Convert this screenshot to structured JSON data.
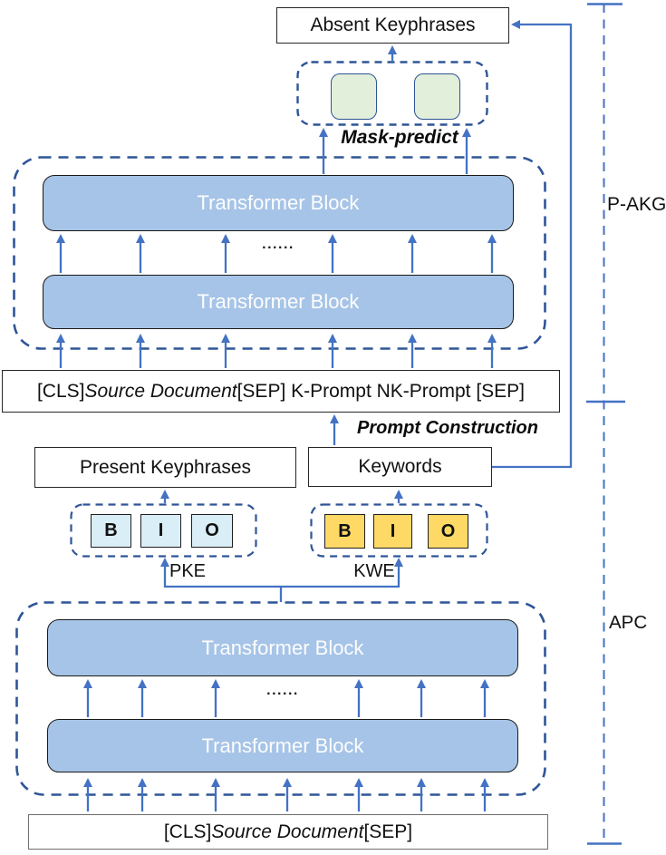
{
  "colors": {
    "arrow_blue": "#4472C4",
    "dashed_container_blue": "#2E5597",
    "transformer_block_fill": "#A6C4E7",
    "transformer_block_text": "#FFFFFF",
    "mask_token_green": "#E2EFDA",
    "bio_blue": "#DAEEF7",
    "bio_yellow": "#FFD966",
    "box_border": "#262626"
  },
  "p_akg": {
    "absent_box_label": "Absent Keyphrases",
    "mask_predict_label": "Mask-predict",
    "transformer_block_label": "Transformer Block",
    "ellipsis": "......",
    "prompt_box": {
      "cls": "[CLS] ",
      "source_document": "Source Document",
      "rest": " [SEP] K-Prompt NK-Prompt  [SEP]"
    },
    "bracket_label": "P-AKG"
  },
  "middle": {
    "prompt_construction_label": "Prompt Construction",
    "present_keyphrases_label": "Present Keyphrases",
    "keywords_label": "Keywords",
    "pke_label": "PKE",
    "kwe_label": "KWE",
    "bio_left": [
      "B",
      "I",
      "O"
    ],
    "bio_right": [
      "B",
      "I",
      "O"
    ]
  },
  "apc": {
    "transformer_block_label": "Transformer Block",
    "ellipsis": "......",
    "input_box": {
      "cls": "[CLS]  ",
      "source_document": "Source Document",
      "sep": " [SEP]"
    },
    "bracket_label": "APC"
  }
}
